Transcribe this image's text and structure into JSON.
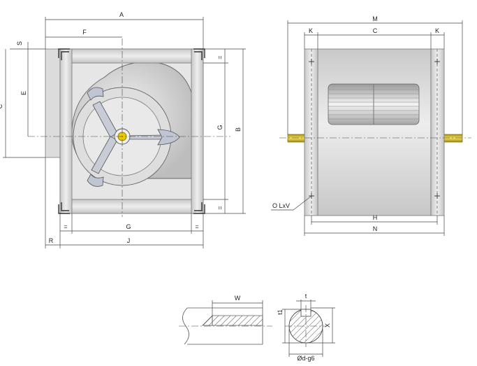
{
  "front_view": {
    "dim_labels": {
      "a": "A",
      "b": "B",
      "c": "C",
      "e": "E",
      "f": "F",
      "g_vertical": "G",
      "g_horizontal": "G",
      "j": "J",
      "r": "R",
      "s": "S",
      "eq_top": "=",
      "eq_bottom": "=",
      "eq_left": "=",
      "eq_right": "="
    }
  },
  "side_view": {
    "dim_labels": {
      "m": "M",
      "k_left": "K",
      "c": "C",
      "k_right": "K",
      "h": "H",
      "n": "N",
      "hole": "O LxV"
    }
  },
  "shaft_detail": {
    "dim_labels": {
      "w": "W",
      "t": "t",
      "t1": "t1",
      "x": "X",
      "d": "Ød-g6"
    }
  },
  "colors": {
    "frame": "#d6d6d6",
    "panel": "#e4e4e4",
    "shaft": "#d8c23a",
    "hub": "#e8c800",
    "line": "#444444"
  }
}
